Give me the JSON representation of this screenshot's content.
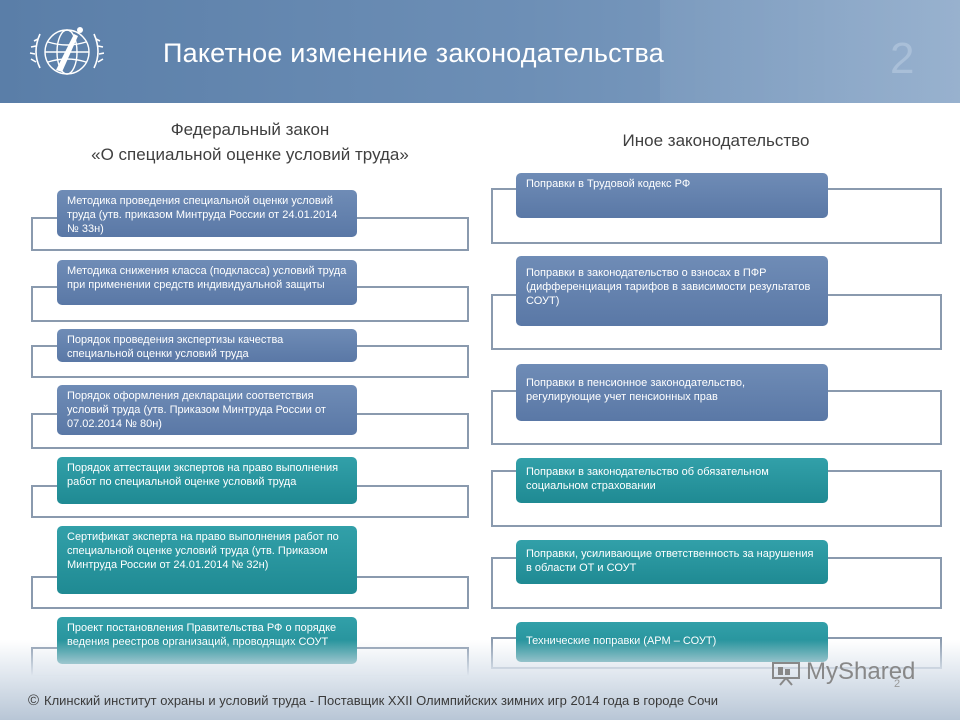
{
  "header": {
    "title": "Пакетное изменение законодательства",
    "page_number": "2"
  },
  "left_column": {
    "heading_line1": "Федеральный закон",
    "heading_line2": "«О специальной оценке условий труда»",
    "items": [
      {
        "text": "Методика проведения специальной оценки условий труда (утв. приказом Минтруда России от 24.01.2014 № 33н)"
      },
      {
        "text": "Методика снижения класса (подкласса) условий труда при применении средств индивидуальной защиты"
      },
      {
        "text": "Порядок проведения экспертизы качества специальной оценки условий труда"
      },
      {
        "text": "Порядок оформления декларации соответствия условий труда (утв. Приказом Минтруда России от 07.02.2014 № 80н)"
      },
      {
        "text": "Порядок аттестации экспертов на право выполнения работ по специальной оценке условий труда"
      },
      {
        "text": "Сертификат эксперта на право выполнения работ по специальной оценке условий труда (утв. Приказом Минтруда России от 24.01.2014 № 32н)"
      },
      {
        "text": "Проект постановления Правительства РФ о порядке ведения реестров организаций, проводящих СОУТ"
      }
    ]
  },
  "right_column": {
    "heading": "Иное законодательство",
    "items": [
      {
        "text": "Поправки в Трудовой кодекс РФ"
      },
      {
        "text": "Поправки в законодательство о взносах в ПФР (дифференциация тарифов в зависимости результатов СОУТ)"
      },
      {
        "text": "Поправки в пенсионное законодательство, регулирующие учет пенсионных прав"
      },
      {
        "text": "Поправки в законодательство об обязательном социальном страховании"
      },
      {
        "text": "Поправки, усиливающие ответственность за нарушения в области ОТ и СОУТ"
      },
      {
        "text": "Технические поправки (АРМ – СОУТ)"
      }
    ]
  },
  "footer": {
    "copyright_symbol": "©",
    "text": "Клинский институт охраны и условий труда - Поставщик XXII Олимпийских зимних игр 2014 года в городе Сочи",
    "small_page_number": "2"
  },
  "watermark": {
    "text": "MyShared"
  },
  "colors": {
    "header": "#5a7ea8",
    "box_blue": "#5a78a6",
    "box_teal": "#1f8a93",
    "frame_border": "#8a9aae"
  }
}
